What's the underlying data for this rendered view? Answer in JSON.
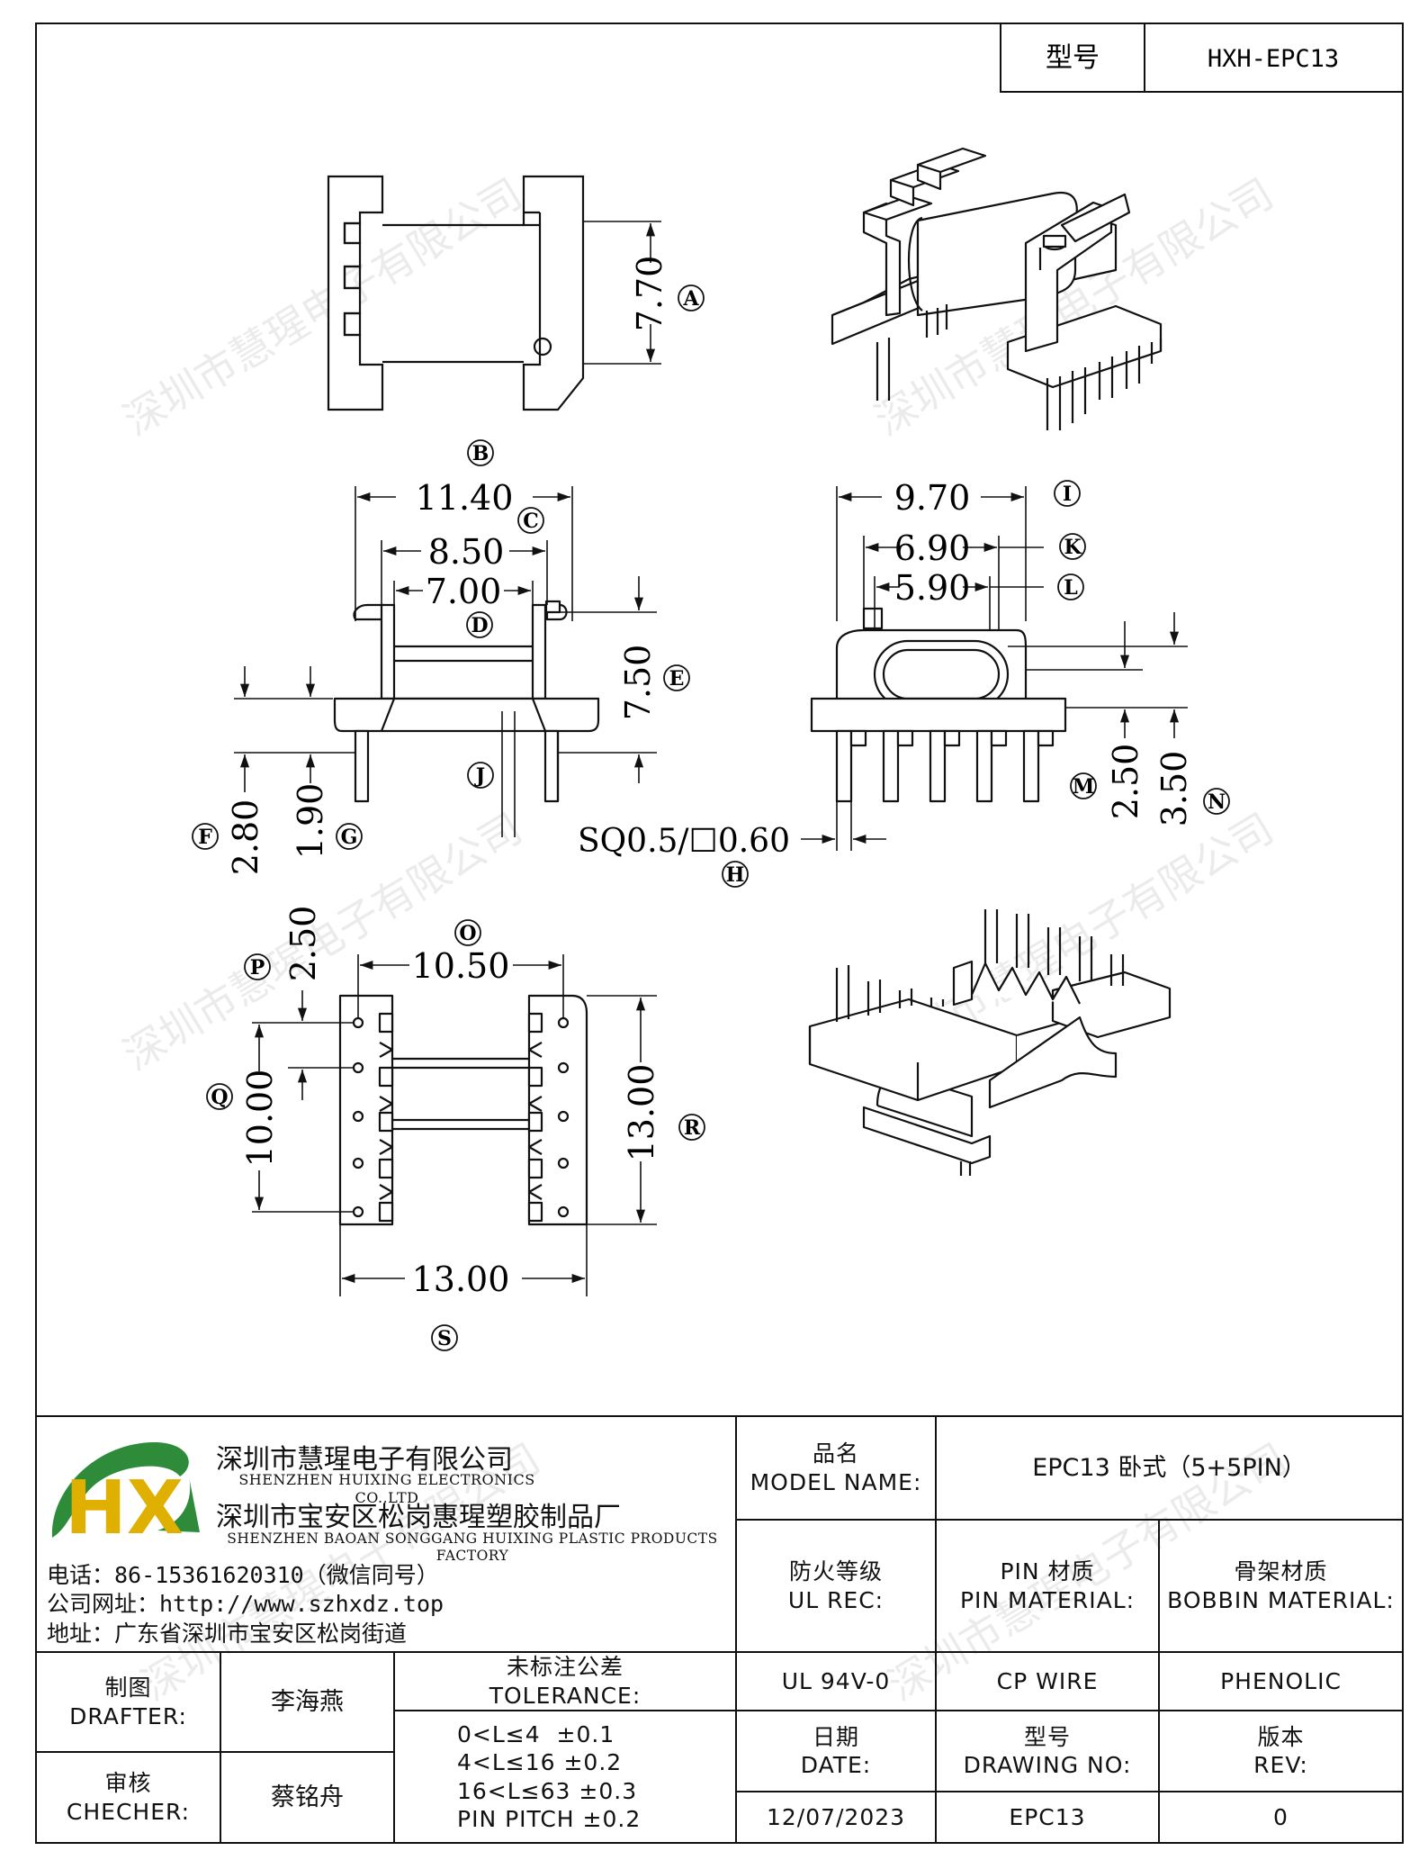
{
  "header": {
    "model_label": "型号",
    "model_value": "HXH-EPC13"
  },
  "dims": {
    "A": "7.70",
    "B": "11.40",
    "C": "8.50",
    "D": "7.00",
    "E": "7.50",
    "F": "2.80",
    "G": "1.90",
    "H": "SQ0.5/☐0.60",
    "I": "9.70",
    "K": "6.90",
    "L": "5.90",
    "M": "2.50",
    "N": "3.50",
    "O": "10.50",
    "P": "2.50",
    "Q": "10.00",
    "R": "13.00",
    "S": "13.00"
  },
  "markers": {
    "A": "A",
    "B": "B",
    "C": "C",
    "D": "D",
    "E": "E",
    "F": "F",
    "G": "G",
    "H": "H",
    "I": "I",
    "J": "J",
    "K": "K",
    "L": "L",
    "M": "M",
    "N": "N",
    "O": "O",
    "P": "P",
    "Q": "Q",
    "R": "R",
    "S": "S"
  },
  "watermark": "深圳市慧瑆电子有限公司",
  "logo": {
    "letters": "HX"
  },
  "company": {
    "name_cn": "深圳市慧瑆电子有限公司",
    "name_en": "SHENZHEN HUIXING ELECTRONICS CO.,LTD",
    "factory_cn": "深圳市宝安区松岗惠瑆塑胶制品厂",
    "factory_en": "SHENZHEN BAOAN SONGGANG HUIXING PLASTIC PRODUCTS FACTORY",
    "phone": "电话：86-15361620310（微信同号）",
    "website": "公司网址：http://www.szhxdz.top",
    "address": "地址：广东省深圳市宝安区松岗街道"
  },
  "title_block": {
    "model_name_cn": "品名",
    "model_name_en": "MODEL NAME:",
    "model_name_value": "EPC13 卧式（5+5PIN）",
    "ul_cn": "防火等级",
    "ul_en": "UL REC:",
    "ul_value": "UL 94V-0",
    "pin_cn": "PIN 材质",
    "pin_en": "PIN MATERIAL:",
    "pin_value": "CP WIRE",
    "bobbin_cn": "骨架材质",
    "bobbin_en": "BOBBIN MATERIAL:",
    "bobbin_value": "PHENOLIC",
    "drafter_cn": "制图",
    "drafter_en": "DRAFTER:",
    "drafter_value": "李海燕",
    "checker_cn": "审核",
    "checker_en": "CHECHER:",
    "checker_value": "蔡铭舟",
    "tol_cn": "未标注公差",
    "tol_en": "TOLERANCE:",
    "tol_lines": [
      "0<L≤4  ±0.1",
      "4<L≤16 ±0.2",
      "16<L≤63 ±0.3",
      "PIN PITCH ±0.2"
    ],
    "date_cn": "日期",
    "date_en": "DATE:",
    "date_value": "12/07/2023",
    "dwg_cn": "型号",
    "dwg_en": "DRAWING NO:",
    "dwg_value": "EPC13",
    "rev_cn": "版本",
    "rev_en": "REV:",
    "rev_value": "0"
  },
  "colors": {
    "logo_green": "#2e8b3a",
    "logo_yellow": "#e0b000",
    "line": "#111111"
  }
}
